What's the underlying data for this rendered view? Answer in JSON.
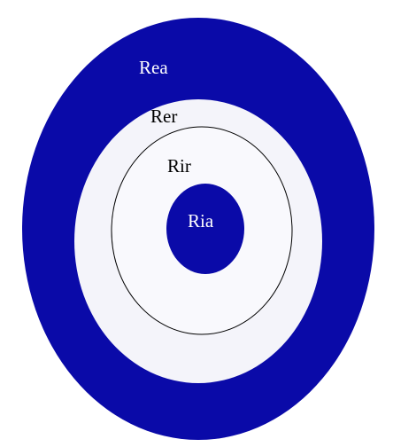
{
  "diagram": {
    "regions": [
      {
        "id": "rea",
        "label": "Rea",
        "fill": "#0a0aa8",
        "label_color": "#ffffff"
      },
      {
        "id": "rer",
        "label": "Rer",
        "fill": "#f4f4fa",
        "label_color": "#000000"
      },
      {
        "id": "rir",
        "label": "Rir",
        "fill": "#f9f9fd",
        "stroke": "#000000",
        "label_color": "#000000"
      },
      {
        "id": "ria",
        "label": "Ria",
        "fill": "#0a0aa8",
        "label_color": "#ffffff"
      }
    ]
  }
}
